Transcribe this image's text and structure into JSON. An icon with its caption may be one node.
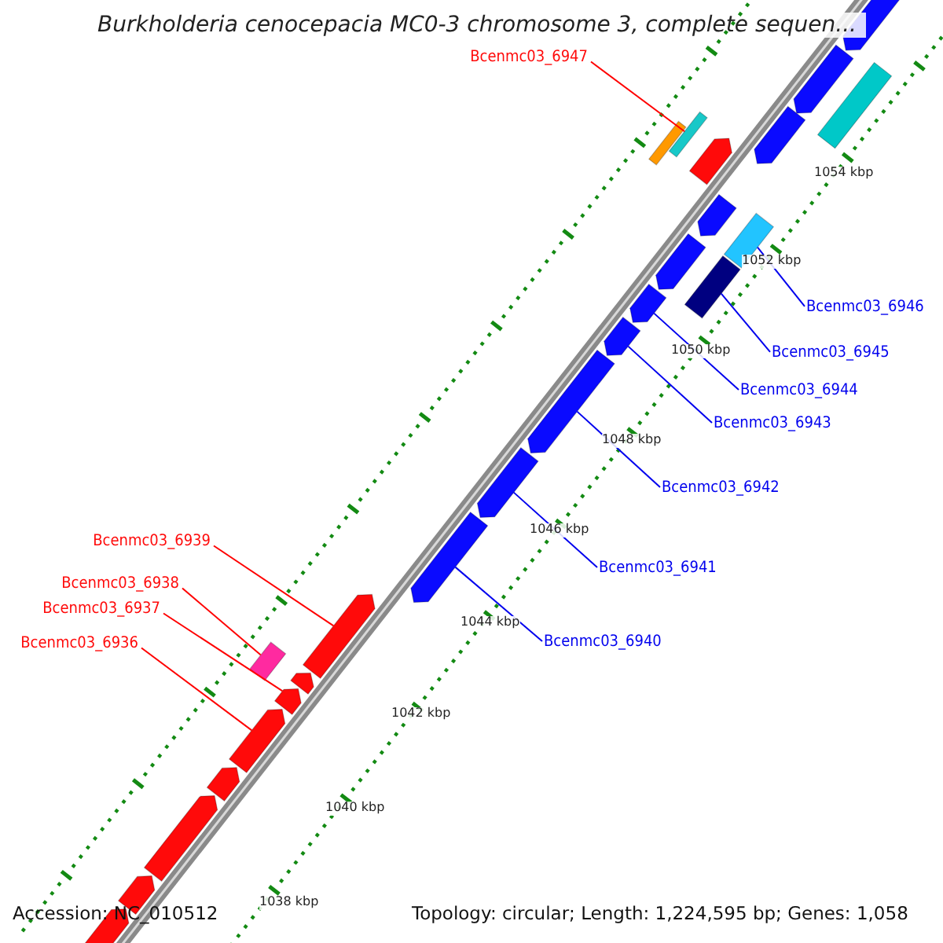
{
  "diagram": {
    "title": "Burkholderia cenocepacia MC0-3 chromosome 3, complete sequen...",
    "nodes": [
      {
        "text": [
          "Bcenmc03_6947"
        ]
      },
      {
        "text": [
          "Bcenmc03_6946"
        ]
      },
      {
        "text": [
          "Bcenmc03_6945"
        ]
      },
      {
        "text": [
          "Bcenmc03_6944"
        ]
      },
      {
        "text": [
          "Bcenmc03_6943"
        ]
      },
      {
        "text": [
          "Bcenmc03_6942"
        ]
      },
      {
        "text": [
          "Bcenmc03_6939"
        ]
      },
      {
        "text": [
          "Bcenmc03_6941"
        ]
      },
      {
        "text": [
          "Bcenmc03_6938"
        ]
      },
      {
        "text": [
          "Bcenmc03_6937"
        ]
      },
      {
        "text": [
          "Bcenmc03_6940"
        ]
      },
      {
        "text": [
          "Bcenmc03_6936"
        ]
      },
      {
        "text": [],
        "shape": "pentagon"
      },
      {
        "text": [],
        "shape": "pentagon"
      },
      {
        "text": [],
        "shape": "box"
      },
      {
        "text": [],
        "shape": "box"
      },
      {
        "text": [],
        "shape": "pentagon"
      },
      {
        "text": [],
        "shape": "box"
      },
      {
        "text": [],
        "shape": "pentagon"
      },
      {
        "text": [],
        "shape": "pentagon"
      },
      {
        "text": [],
        "shape": "box"
      },
      {
        "text": [],
        "shape": "pentagon"
      },
      {
        "text": [],
        "shape": "box"
      },
      {
        "text": [],
        "shape": "pentagon"
      },
      {
        "text": [],
        "shape": "pentagon"
      },
      {
        "text": [],
        "shape": "pentagon"
      },
      {
        "text": [],
        "shape": "pentagon"
      },
      {
        "text": [],
        "shape": "pentagon"
      },
      {
        "text": [],
        "shape": "pentagon"
      },
      {
        "text": [],
        "shape": "box"
      },
      {
        "text": [],
        "shape": "pentagon"
      },
      {
        "text": [],
        "shape": "pentagon"
      },
      {
        "text": [],
        "shape": "pentagon"
      },
      {
        "text": [],
        "shape": "pentagon"
      },
      {
        "text": [],
        "shape": "pentagon"
      },
      {
        "text": [],
        "shape": "pentagon"
      },
      {
        "text": [],
        "shape": "pentagon"
      }
    ],
    "edges": [
      {
        "from": 0,
        "to": 15,
        "arrow": "none",
        "color": "#ff0000"
      },
      {
        "from": 1,
        "to": 20,
        "arrow": "none"
      },
      {
        "from": 2,
        "to": 22,
        "arrow": "none"
      },
      {
        "from": 3,
        "to": 23,
        "arrow": "none"
      },
      {
        "from": 4,
        "to": 24,
        "arrow": "none"
      },
      {
        "from": 5,
        "to": 25,
        "arrow": "none"
      },
      {
        "from": 7,
        "to": 26,
        "arrow": "none"
      },
      {
        "from": 10,
        "to": 27,
        "arrow": "none"
      },
      {
        "from": 6,
        "to": 28,
        "arrow": "none",
        "color": "#ff0000"
      },
      {
        "from": 8,
        "to": 29,
        "arrow": "none",
        "color": "#ff0000"
      },
      {
        "from": 9,
        "to": 31,
        "arrow": "none",
        "color": "#ff0000"
      },
      {
        "from": 11,
        "to": 32,
        "arrow": "none",
        "color": "#ff0000"
      }
    ],
    "labels": [
      "1054 kbp",
      "1052 kbp",
      "1050 kbp",
      "1048 kbp",
      "1046 kbp",
      "1044 kbp",
      "1042 kbp",
      "1040 kbp",
      "1038 kbp",
      "Accession: NC_010512",
      "Topology: circular; Length: 1,224,595 bp; Genes: 1,058"
    ]
  }
}
